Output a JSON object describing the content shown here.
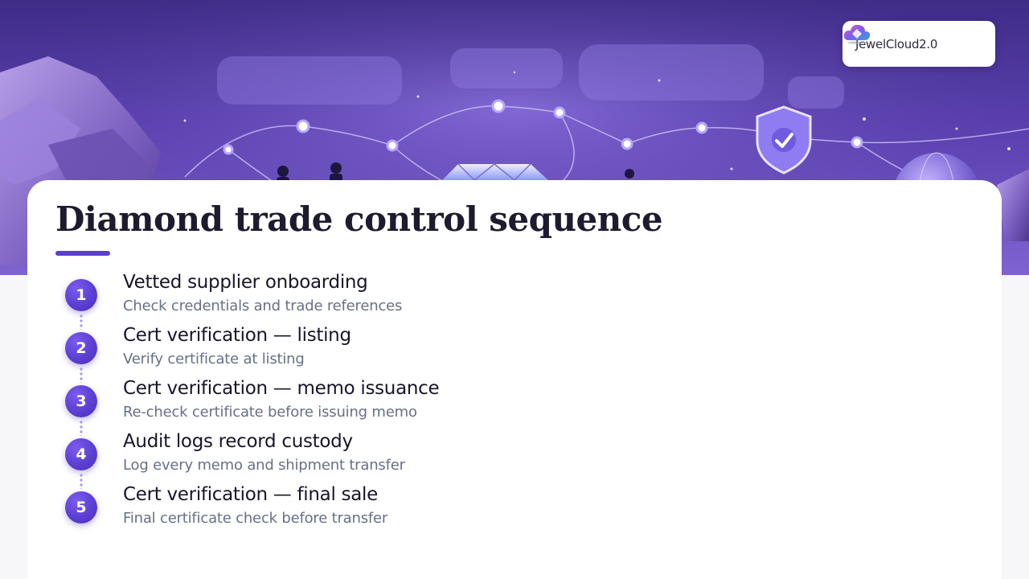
{
  "brand": {
    "logo_text": "JewelCloud2.0",
    "logo_icon": "cloud-diamond-icon",
    "colors": {
      "accent": "#5b3fd1",
      "banner": "#5a3fb0",
      "title": "#1d1b2e",
      "subtitle": "#687088"
    }
  },
  "banner": {
    "icons": [
      "mountain-crystals",
      "world-map-dots",
      "network-nodes",
      "diamond-icon",
      "shield-check-icon",
      "globe-icon",
      "people-silhouettes"
    ]
  },
  "slide": {
    "title": "Diamond trade control sequence",
    "steps": [
      {
        "number": "1",
        "title": "Vetted supplier onboarding",
        "subtitle": "Check credentials and trade references"
      },
      {
        "number": "2",
        "title": "Cert verification — listing",
        "subtitle": "Verify certificate at listing"
      },
      {
        "number": "3",
        "title": "Cert verification — memo issuance",
        "subtitle": "Re-check certificate before issuing memo"
      },
      {
        "number": "4",
        "title": "Audit logs record custody",
        "subtitle": "Log every memo and shipment transfer"
      },
      {
        "number": "5",
        "title": "Cert verification — final sale",
        "subtitle": "Final certificate check before transfer"
      }
    ]
  }
}
